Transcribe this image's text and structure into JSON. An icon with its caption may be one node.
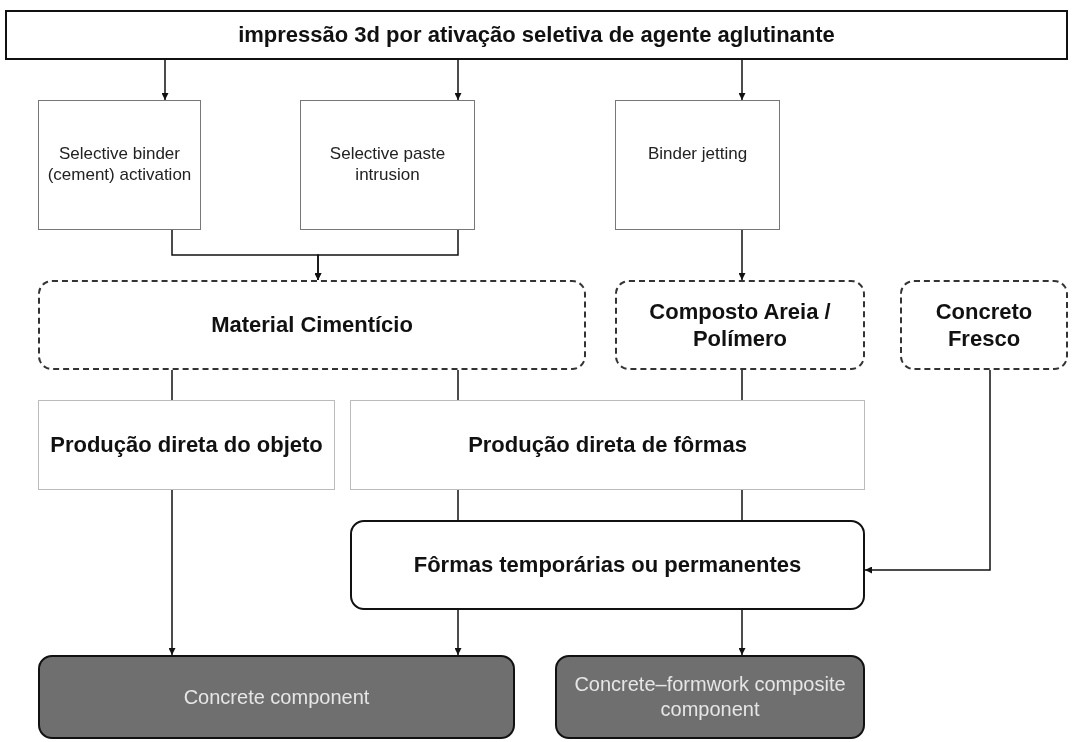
{
  "diagram": {
    "nodes": [
      {
        "text": [
          "impressão 3d por ativação seletiva de agente aglutinante"
        ]
      },
      {
        "text": [
          "Selective binder (cement) activation"
        ]
      },
      {
        "text": [
          "Selective paste intrusion"
        ]
      },
      {
        "text": [
          "Binder jetting"
        ]
      },
      {
        "text": [
          "Material Cimentício"
        ]
      },
      {
        "text": [
          "Composto Areia / Polímero"
        ]
      },
      {
        "text": [
          "Concreto Fresco"
        ]
      },
      {
        "text": [
          "Produção direta do objeto"
        ]
      },
      {
        "text": [
          "Produção direta de fôrmas"
        ]
      },
      {
        "text": [
          "Fôrmas temporárias ou permanentes"
        ]
      },
      {
        "text": [
          "Concrete component"
        ]
      },
      {
        "text": [
          "Concrete–formwork composite component"
        ]
      }
    ],
    "edges": [
      {
        "from": 0,
        "to": 1,
        "arrow": "to"
      },
      {
        "from": 0,
        "to": 2,
        "arrow": "to"
      },
      {
        "from": 0,
        "to": 3,
        "arrow": "to"
      },
      {
        "from": 1,
        "to": 4,
        "arrow": "to"
      },
      {
        "from": 2,
        "to": 4,
        "arrow": "to"
      },
      {
        "from": 3,
        "to": 5,
        "arrow": "to"
      },
      {
        "from": 4,
        "to": 7,
        "arrow": "none"
      },
      {
        "from": 4,
        "to": 8,
        "arrow": "none"
      },
      {
        "from": 5,
        "to": 8,
        "arrow": "none"
      },
      {
        "from": 7,
        "to": 10,
        "arrow": "to"
      },
      {
        "from": 8,
        "to": 9,
        "arrow": "none"
      },
      {
        "from": 8,
        "to": 9,
        "arrow": "none"
      },
      {
        "from": 9,
        "to": 10,
        "arrow": "to"
      },
      {
        "from": 9,
        "to": 11,
        "arrow": "to"
      },
      {
        "from": 6,
        "to": 9,
        "arrow": "to"
      }
    ]
  }
}
